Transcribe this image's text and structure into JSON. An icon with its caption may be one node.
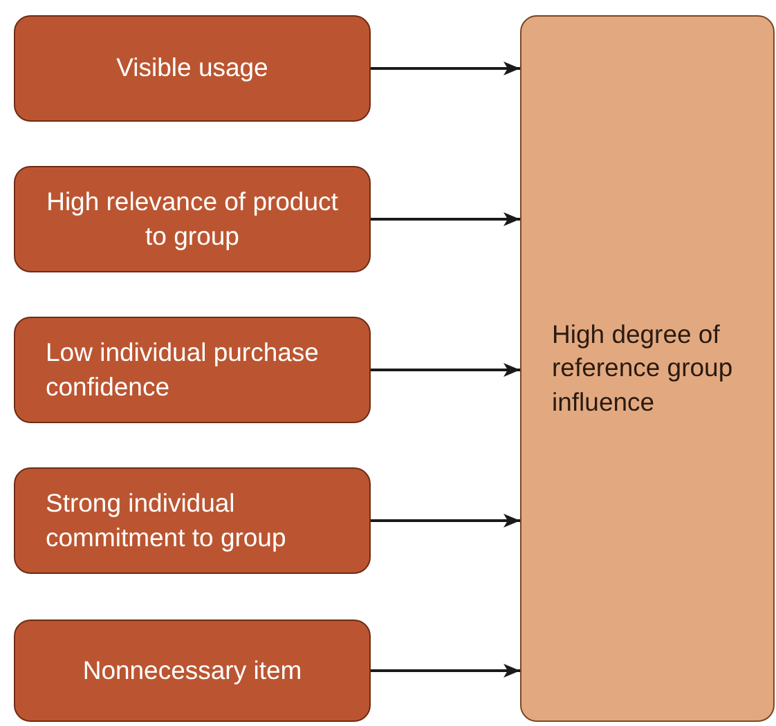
{
  "diagram": {
    "nodes": [
      {
        "text": [
          "Visible usage"
        ]
      },
      {
        "text": [
          "High relevance of product to group"
        ]
      },
      {
        "text": [
          "Low individual purchase confidence"
        ]
      },
      {
        "text": [
          "Strong individual commitment to group"
        ]
      },
      {
        "text": [
          "Nonnecessary item"
        ]
      },
      {
        "text": [
          "High degree of reference group influence"
        ]
      }
    ],
    "edges": [
      {
        "from": 0,
        "to": 5,
        "arrow": "to"
      },
      {
        "from": 1,
        "to": 5,
        "arrow": "to"
      },
      {
        "from": 2,
        "to": 5,
        "arrow": "to"
      },
      {
        "from": 3,
        "to": 5,
        "arrow": "to"
      },
      {
        "from": 4,
        "to": 5,
        "arrow": "to"
      }
    ]
  }
}
